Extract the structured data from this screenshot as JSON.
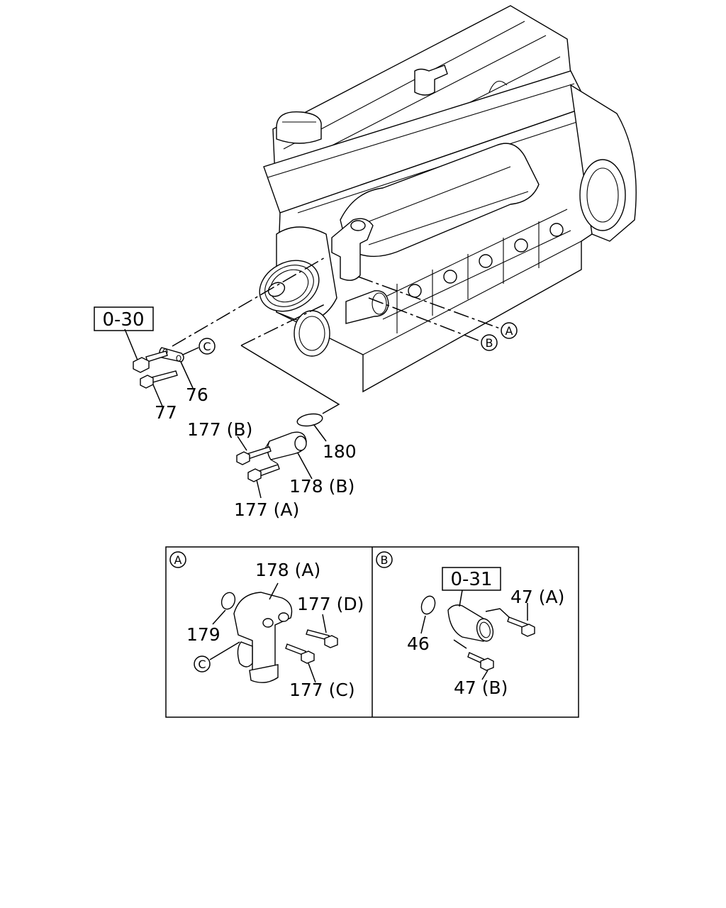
{
  "callouts": {
    "box_main": "0-30",
    "p76": "76",
    "p77": "77",
    "p177b": "177 (B)",
    "p180": "180",
    "p178b": "178 (B)",
    "p177a": "177 (A)",
    "ref_a": "A",
    "ref_b": "B",
    "ref_c": "C"
  },
  "detail_a": {
    "tag": "A",
    "p178a": "178 (A)",
    "p177d": "177 (D)",
    "p179": "179",
    "ref_c": "C",
    "p177c": "177 (C)"
  },
  "detail_b": {
    "tag": "B",
    "box": "0-31",
    "p47a": "47 (A)",
    "p46": "46",
    "p47b": "47 (B)"
  }
}
